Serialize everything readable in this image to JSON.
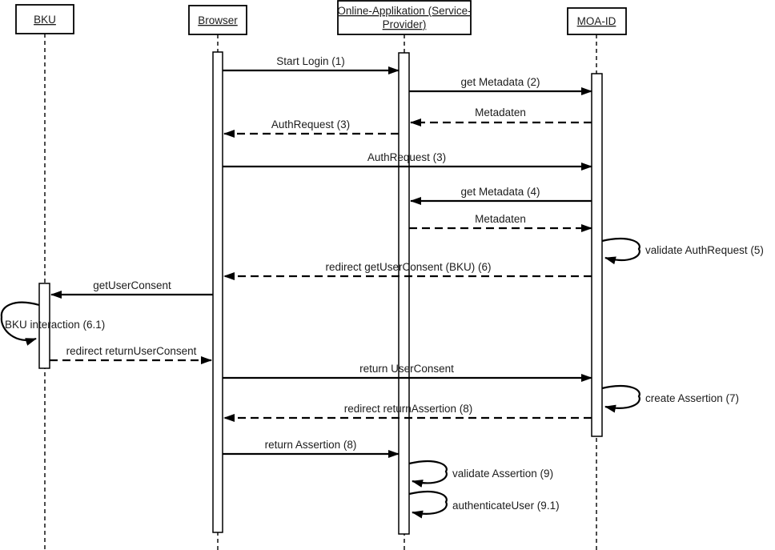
{
  "diagram": {
    "type": "uml-sequence-diagram",
    "background_color": "#ffffff",
    "line_color": "#000000",
    "actors": [
      {
        "id": "bku",
        "label": "BKU"
      },
      {
        "id": "browser",
        "label": "Browser"
      },
      {
        "id": "online_app",
        "label": "Online-Applikation (Service-Provider)",
        "line1": "Online-Applikation (Service-",
        "line2": "Provider)"
      },
      {
        "id": "moa_id",
        "label": "MOA-ID"
      }
    ],
    "messages": [
      {
        "label": "Start Login (1)",
        "from": "Browser",
        "to": "Online-Applikation (Service-Provider)",
        "style": "solid"
      },
      {
        "label": "get Metadata (2)",
        "from": "Online-Applikation (Service-Provider)",
        "to": "MOA-ID",
        "style": "solid"
      },
      {
        "label": "Metadaten",
        "from": "MOA-ID",
        "to": "Online-Applikation (Service-Provider)",
        "style": "dashed"
      },
      {
        "label": "AuthRequest (3)",
        "from": "Online-Applikation (Service-Provider)",
        "to": "Browser",
        "style": "dashed"
      },
      {
        "label": "AuthRequest (3)",
        "from": "Browser",
        "to": "MOA-ID",
        "style": "solid"
      },
      {
        "label": "get Metadata (4)",
        "from": "MOA-ID",
        "to": "Online-Applikation (Service-Provider)",
        "style": "solid"
      },
      {
        "label": "Metadaten",
        "from": "Online-Applikation (Service-Provider)",
        "to": "MOA-ID",
        "style": "dashed"
      },
      {
        "label": "redirect getUserConsent (BKU) (6)",
        "from": "MOA-ID",
        "to": "Browser",
        "style": "dashed"
      },
      {
        "label": "getUserConsent",
        "from": "Browser",
        "to": "BKU",
        "style": "solid"
      },
      {
        "label": "redirect returnUserConsent",
        "from": "BKU",
        "to": "Browser",
        "style": "dashed"
      },
      {
        "label": "return UserConsent",
        "from": "Browser",
        "to": "MOA-ID",
        "style": "solid"
      },
      {
        "label": "redirect returnAssertion (8)",
        "from": "MOA-ID",
        "to": "Browser",
        "style": "dashed"
      },
      {
        "label": "return Assertion (8)",
        "from": "Browser",
        "to": "Online-Applikation (Service-Provider)",
        "style": "solid"
      }
    ],
    "self_messages": [
      {
        "label": "validate AuthRequest (5)",
        "actor": "MOA-ID"
      },
      {
        "label": "BKU interaction (6.1)",
        "actor": "BKU"
      },
      {
        "label": "create Assertion (7)",
        "actor": "MOA-ID"
      },
      {
        "label": "validate Assertion (9)",
        "actor": "Online-Applikation (Service-Provider)"
      },
      {
        "label": "authenticateUser (9.1)",
        "actor": "Online-Applikation (Service-Provider)"
      }
    ]
  }
}
